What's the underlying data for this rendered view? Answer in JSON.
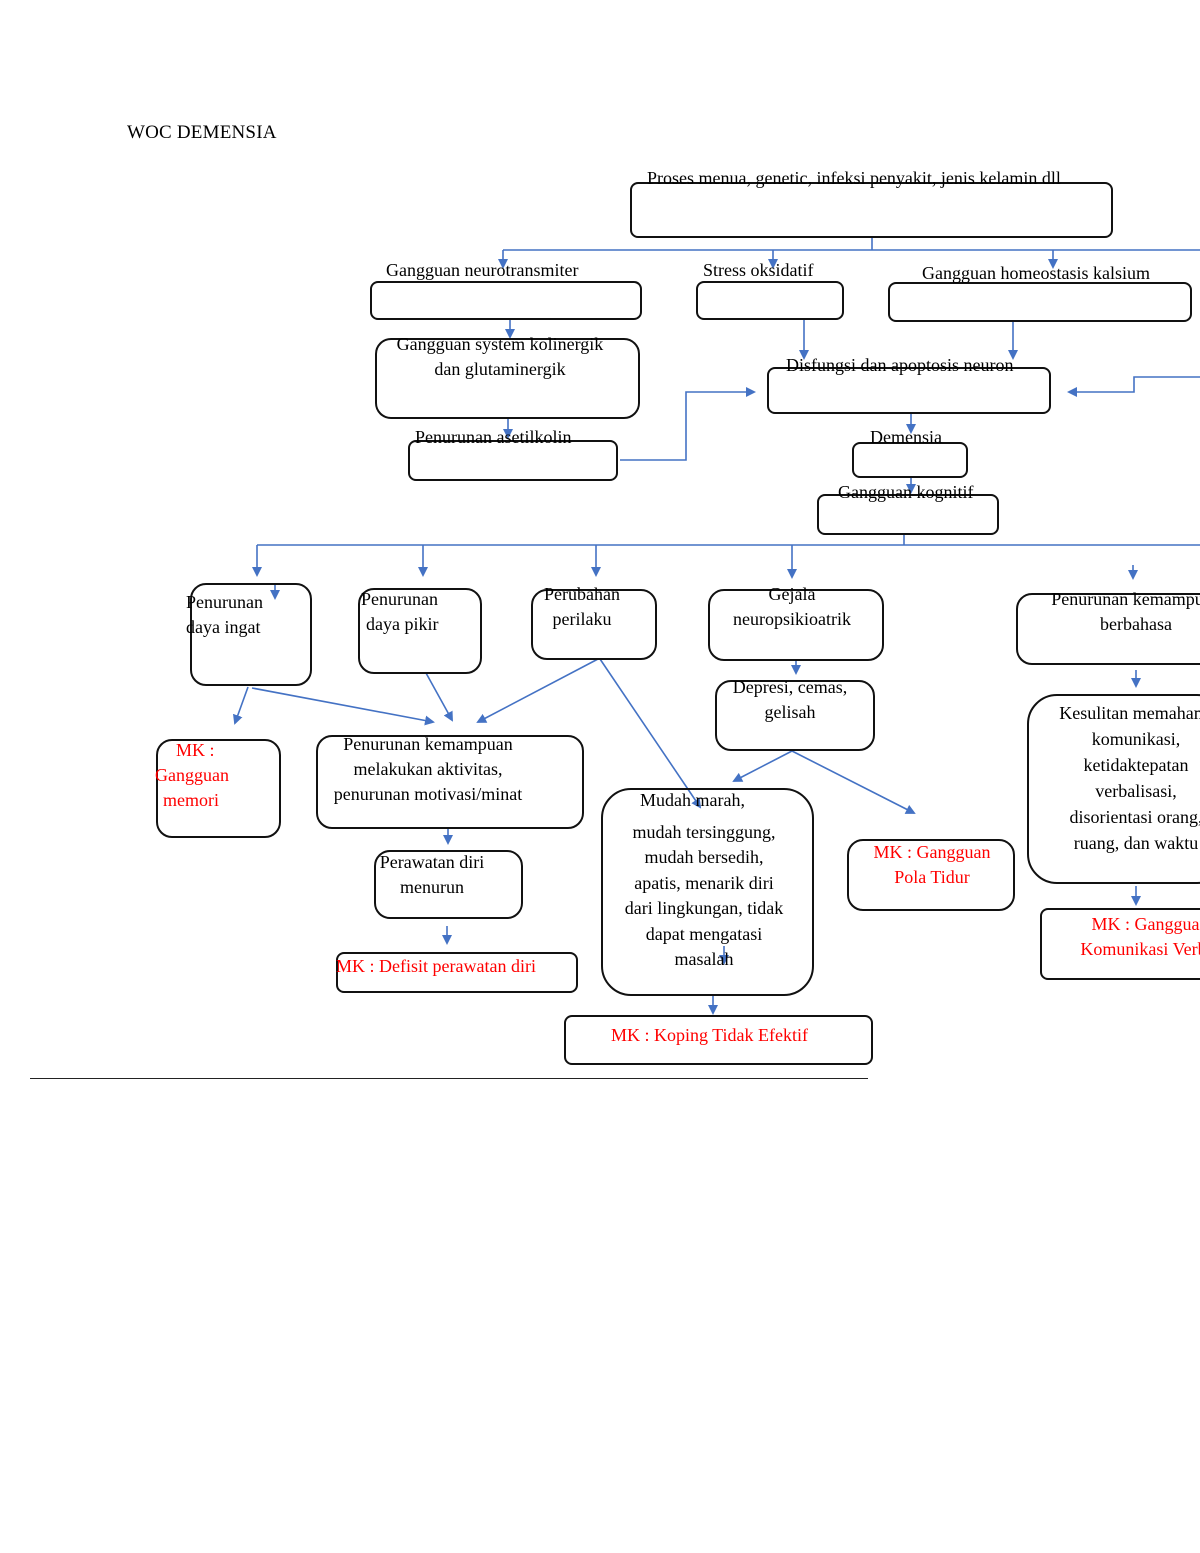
{
  "title": "WOC DEMENSIA",
  "colors": {
    "connector": "#4472c4",
    "box_border": "#111111",
    "diagnosis_text": "#ff0000"
  },
  "nodes": {
    "causes": "Proses menua, genetic, infeksi penyakit, jenis kelamin dll",
    "neurotransmitter": "Gangguan neurotransmiter",
    "oxidative_stress": "Stress oksidatif",
    "calcium": "Gangguan homeostasis kalsium",
    "cholinergic": [
      "Gangguan system kolinergik",
      "dan glutaminergik"
    ],
    "acetylcholine": "Penurunan asetilkolin",
    "neuron_dysfunction": "Disfungsi dan apoptosis neuron",
    "dementia": "Demensia",
    "cognitive": "Gangguan kognitif",
    "memory": [
      "Penurunan",
      "daya ingat"
    ],
    "thinking": [
      "Penurunan",
      "daya pikir"
    ],
    "behavior": [
      "Perubahan",
      "perilaku"
    ],
    "neuropsych": [
      "Gejala",
      "neuropsikioatrik"
    ],
    "language": [
      "Penurunan kemampuan",
      "berbahasa"
    ],
    "depression": [
      "Depresi, cemas,",
      "gelisah"
    ],
    "activity": [
      "Penurunan kemampuan",
      "melakukan aktivitas,",
      "penurunan motivasi/minat"
    ],
    "self_care": [
      "Perawatan diri",
      "menurun"
    ],
    "irritable": [
      "Mudah marah,",
      "mudah tersinggung,",
      "mudah bersedih,",
      "apatis, menarik diri",
      "dari lingkungan, tidak",
      "dapat mengatasi",
      "masalah"
    ],
    "communication": [
      "Kesulitan memahami",
      "komunikasi,",
      "ketidaktepatan",
      "verbalisasi,",
      "disorientasi orang,",
      "ruang, dan  waktu"
    ]
  },
  "diagnoses": {
    "memory": [
      "MK :",
      "Gangguan",
      "memori"
    ],
    "self_care": "MK : Defisit perawatan diri",
    "coping": "MK : Koping Tidak Efektif",
    "sleep": [
      "MK : Gangguan",
      "Pola Tidur"
    ],
    "communication": [
      "MK : Gangguan",
      "Komunikasi Verbal"
    ]
  }
}
